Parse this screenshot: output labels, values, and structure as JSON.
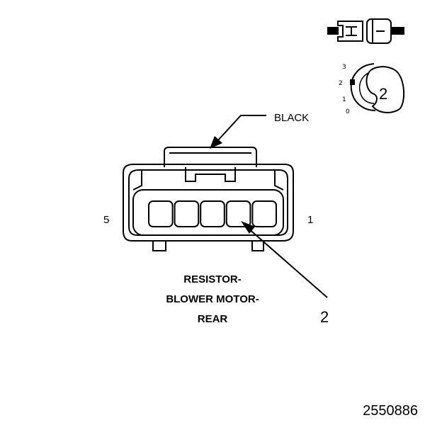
{
  "connector": {
    "color_label": "BLACK",
    "pin_left": "5",
    "pin_right": "1",
    "cavity_count": 5,
    "name_lines": [
      "RESISTOR-",
      "BLOWER MOTOR-",
      "REAR"
    ],
    "callout": "2"
  },
  "inset": {
    "position_labels": [
      "3",
      "2",
      "1",
      "0"
    ],
    "locator_label": "2"
  },
  "figure_number": "2550886"
}
